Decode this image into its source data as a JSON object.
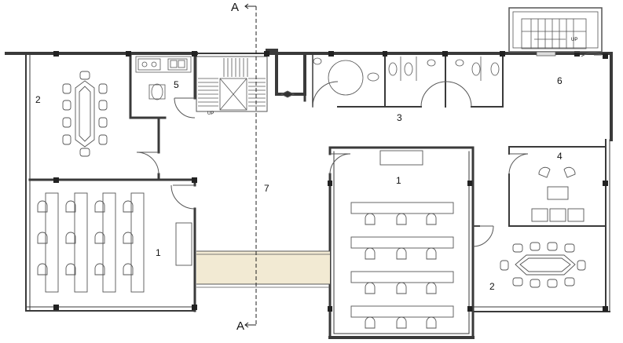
{
  "plan": {
    "section_marker_top": "A",
    "section_marker_bottom": "A",
    "stair_up_main": "UP",
    "stair_up_exterior": "UP"
  },
  "rooms": {
    "classroom_west": "1",
    "classroom_center": "1",
    "meeting_west": "2",
    "meeting_east": "2",
    "restrooms": "3",
    "lounge": "4",
    "kitchen": "5",
    "terrace": "6",
    "corridor": "7"
  },
  "colors": {
    "wall": "#3a3a3a",
    "line": "#555555",
    "bridge_fill": "#f2ead3"
  }
}
